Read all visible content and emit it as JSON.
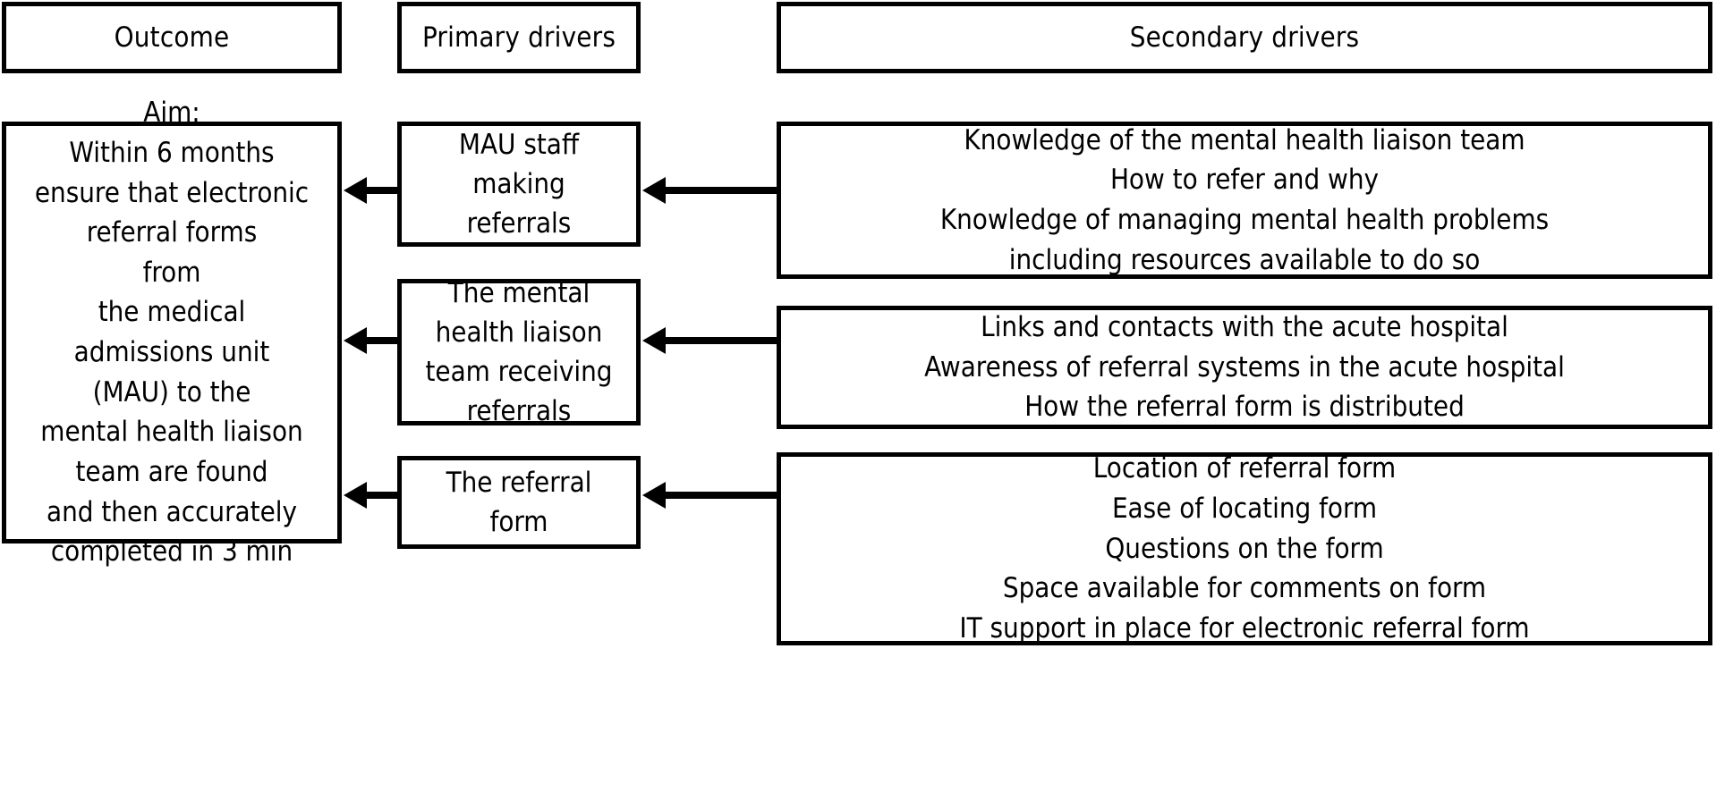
{
  "diagram": {
    "title": "Driver diagram",
    "type": "driver-diagram",
    "background_color": "#ffffff",
    "line_color": "#000000",
    "text_color": "#000000"
  },
  "headers": [
    {
      "id": "outcome",
      "label": "Outcome"
    },
    {
      "id": "primary-drivers",
      "label": "Primary drivers"
    },
    {
      "id": "secondary-drivers",
      "label": "Secondary drivers"
    }
  ],
  "outcome": {
    "text": "Aim:\nWithin 6 months\nensure that electronic\nreferral forms\nfrom\nthe medical\nadmissions unit\n(MAU) to the\nmental health liaison\nteam are found\nand then accurately\ncompleted in 3 min"
  },
  "primary_drivers": [
    {
      "id": "mau-staff-making-referrals",
      "text": "MAU staff\nmaking\nreferrals"
    },
    {
      "id": "mh-liaison-team-receiving-referrals",
      "text": "The mental\nhealth liaison\nteam receiving\nreferrals"
    },
    {
      "id": "the-referral-form",
      "text": "The referral\nform"
    }
  ],
  "secondary_drivers": [
    {
      "id": "knowledge-and-referral-process",
      "text": "Knowledge of the mental health liaison team\nHow to refer and why\nKnowledge of managing mental health problems\nincluding resources available to do so"
    },
    {
      "id": "links-and-systems",
      "text": "Links and contacts with the acute hospital\nAwareness of referral systems in the acute hospital\nHow the referral form is distributed"
    },
    {
      "id": "form-design-and-support",
      "text": "Location of referral form\nEase of locating form\nQuestions on the form\nSpace available for comments on form\nIT support in place for electronic referral form"
    }
  ],
  "arrows": [
    {
      "id": "arrow-secondary-1-to-primary-1",
      "direction": "left"
    },
    {
      "id": "arrow-primary-1-to-outcome",
      "direction": "left"
    },
    {
      "id": "arrow-secondary-2-to-primary-2",
      "direction": "left"
    },
    {
      "id": "arrow-primary-2-to-outcome",
      "direction": "left"
    },
    {
      "id": "arrow-secondary-3-to-primary-3",
      "direction": "left"
    },
    {
      "id": "arrow-primary-3-to-outcome",
      "direction": "left"
    }
  ]
}
